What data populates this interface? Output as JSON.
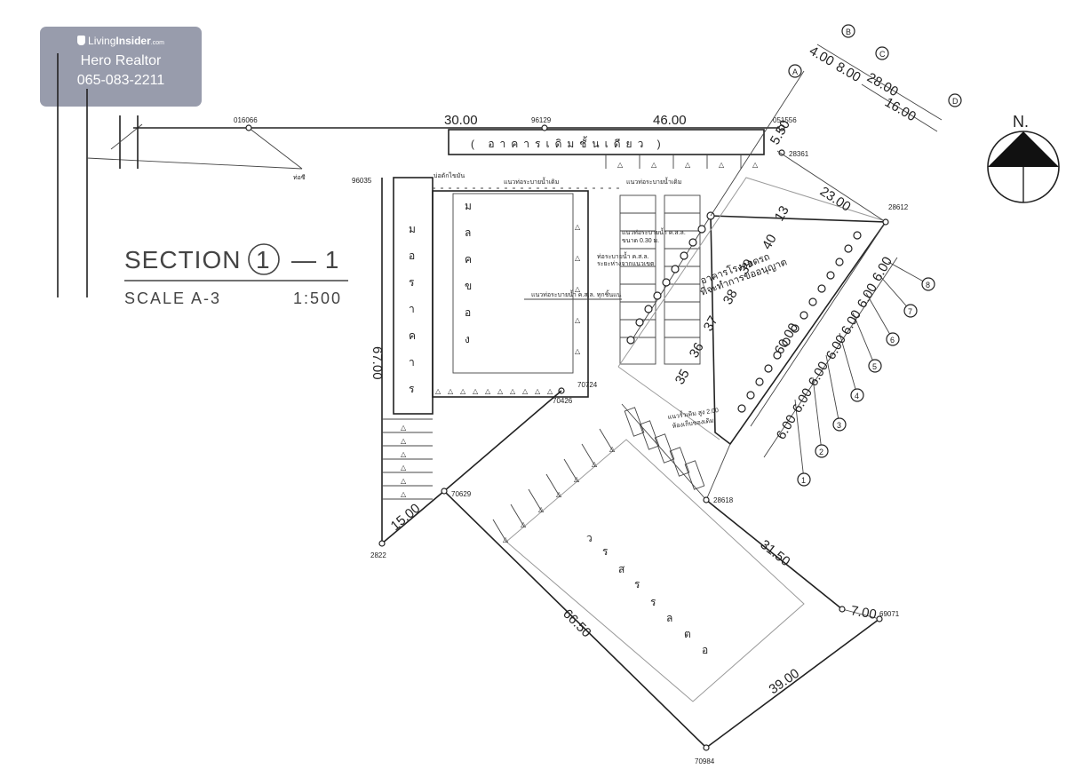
{
  "watermark": {
    "brand_light": "Living",
    "brand_bold": "Insider",
    "brand_suffix": ".com",
    "agent": "Hero Realtor",
    "phone": "065-083-2211"
  },
  "section": {
    "title_prefix": "SECTION",
    "title_number": "1",
    "title_suffix": "— 1",
    "scale_label": "SCALE A-3",
    "scale_ratio": "1:500"
  },
  "north": {
    "label": "N."
  },
  "dimensions": {
    "top_left": "30.00",
    "top_right": "46.00",
    "left_vertical": "67.00",
    "bottom_left_short": "15.00",
    "bottom_long": "66.50",
    "right_mid": "31.50",
    "right_short": "7.00",
    "bottom_right": "39.00",
    "grid_top_a": "4.00",
    "grid_top_b": "8.00",
    "grid_top_c": "28.00",
    "grid_top_d": "16.00",
    "right_top": "23.00",
    "right_small": "5.50",
    "axis_spacing": [
      "6.00",
      "6.00",
      "6.00",
      "6.00",
      "6.00",
      "6.00",
      "6.00"
    ],
    "column_span": "60.00"
  },
  "points": {
    "p1": "016066",
    "p2": "96129",
    "p3": "051556",
    "p4": "28361",
    "p5": "28612",
    "p6": "96035",
    "p7": "70724",
    "p8": "70426",
    "p9": "70629",
    "p10": "2822",
    "p11": "28618",
    "p12": "69071",
    "p13": "70984"
  },
  "grid_letters": [
    "A",
    "B",
    "C",
    "D"
  ],
  "grid_numbers": [
    "1",
    "2",
    "3",
    "4",
    "5",
    "6",
    "7",
    "8"
  ],
  "building_numbers": [
    "13",
    "40",
    "39",
    "38",
    "37",
    "36",
    "35"
  ],
  "thai_labels": {
    "existing_building": "( อาคารเดิมชั้นเดียว )",
    "drain_old_1": "แนวท่อระบายน้ำเดิม",
    "drain_old_2": "แนวท่อระบายน้ำเดิม",
    "grease_trap": "บ่อดักไขมัน",
    "warehouse": "อาคารโรงจอดรถ",
    "warehouse_sub": "ที่จะทำการขออนุญาต",
    "short_label": "ท่อซี",
    "note_a": "แนวท่อระบายน้ำ ค.ส.ล.",
    "note_b": "ขนาด 0.30 ม.",
    "note_c": "ท่อระบายน้ำ ค.ส.ล.",
    "note_d": "ระยะห่างจากแนวเขต",
    "note_e": "แนวท่อระบายน้ำ ค.ส.ล. ทุกชิ้นแน่",
    "note_f": "แนวรั้วเดิม สูง 2.00",
    "note_g": "ห้องเก็บของเดิม",
    "vert_1": [
      "ม",
      "อ",
      "ร",
      "า",
      "ค",
      "า",
      "ร"
    ],
    "vert_2": [
      "ม",
      "ล",
      "ค",
      "ข",
      "อ",
      "ง"
    ],
    "vert_3": [
      "ว",
      "ร",
      "ส",
      "ร",
      "ร",
      "ล",
      "ต",
      "อ"
    ]
  }
}
